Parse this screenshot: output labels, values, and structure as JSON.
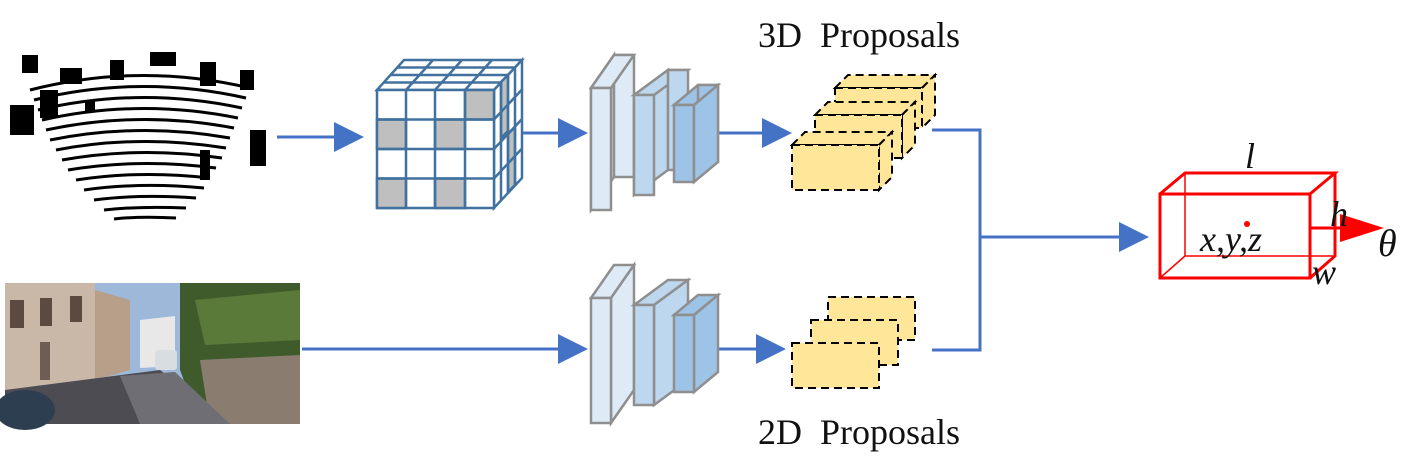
{
  "labels": {
    "proposals_3d": "3D  Proposals",
    "proposals_2d": "2D  Proposals"
  },
  "box_params": {
    "length": "l",
    "height": "h",
    "width": "w",
    "center": "x,y,z",
    "angle": "θ"
  },
  "colors": {
    "arrow": "#4472C4",
    "voxel_stroke": "#41729F",
    "voxel_fill": "#BFBFBF",
    "feature_light": "#DEEBF7",
    "feature_mid": "#BDD7EE",
    "feature_dark": "#9DC3E6",
    "feature_stroke": "#8F8F8F",
    "proposal_fill": "#FFE699",
    "box_red": "#FF0000"
  },
  "icons": {
    "lidar": "lidar-point-cloud-image",
    "camera": "street-scene-photo",
    "voxel": "voxel-grid-cube-icon",
    "cnn": "feature-extractor-layers-icon"
  }
}
